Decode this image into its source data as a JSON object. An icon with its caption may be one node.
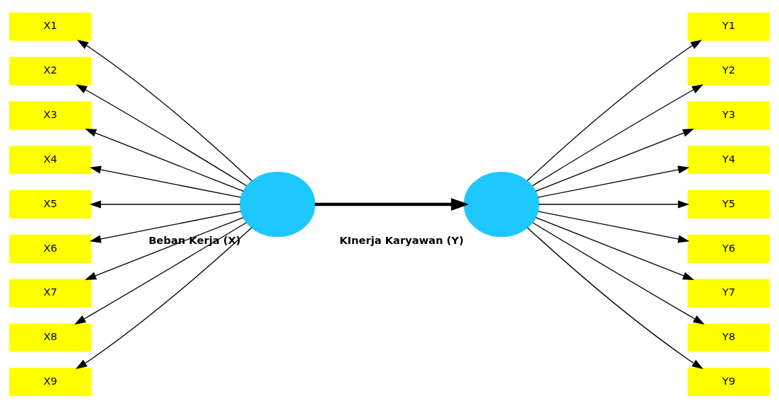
{
  "diagram": {
    "nodes": [
      {
        "text": [],
        "shape": "circle",
        "beside": [
          "Beban Kerja (X)"
        ]
      },
      {
        "text": [
          "X1"
        ]
      },
      {
        "text": [
          "X2"
        ]
      },
      {
        "text": [
          "X3"
        ]
      },
      {
        "text": [
          "X4"
        ]
      },
      {
        "text": [
          "X5"
        ]
      },
      {
        "text": [
          "X6"
        ]
      },
      {
        "text": [
          "X7"
        ]
      },
      {
        "text": [
          "X8"
        ]
      },
      {
        "text": [
          "X9"
        ]
      },
      {
        "text": [],
        "shape": "circle",
        "beside": [
          "KInerja Karyawan (Y)"
        ]
      },
      {
        "text": [
          "Y1"
        ]
      },
      {
        "text": [
          "Y2"
        ]
      },
      {
        "text": [
          "Y3"
        ]
      },
      {
        "text": [
          "Y4"
        ]
      },
      {
        "text": [
          "Y5"
        ]
      },
      {
        "text": [
          "Y6"
        ]
      },
      {
        "text": [
          "Y7"
        ]
      },
      {
        "text": [
          "Y8"
        ]
      },
      {
        "text": [
          "Y9"
        ]
      }
    ],
    "edges": [
      {
        "from": 0,
        "to": 1,
        "arrow": "to"
      },
      {
        "from": 0,
        "to": 2,
        "arrow": "to"
      },
      {
        "from": 0,
        "to": 3,
        "arrow": "to"
      },
      {
        "from": 0,
        "to": 4,
        "arrow": "to"
      },
      {
        "from": 0,
        "to": 5,
        "arrow": "to"
      },
      {
        "from": 0,
        "to": 6,
        "arrow": "to"
      },
      {
        "from": 0,
        "to": 7,
        "arrow": "to"
      },
      {
        "from": 0,
        "to": 8,
        "arrow": "to"
      },
      {
        "from": 0,
        "to": 9,
        "arrow": "to"
      },
      {
        "from": 0,
        "to": 10,
        "arrow": "to",
        "style": "thick"
      },
      {
        "from": 10,
        "to": 11,
        "arrow": "to"
      },
      {
        "from": 10,
        "to": 12,
        "arrow": "to"
      },
      {
        "from": 10,
        "to": 13,
        "arrow": "to"
      },
      {
        "from": 10,
        "to": 14,
        "arrow": "to"
      },
      {
        "from": 10,
        "to": 15,
        "arrow": "to"
      },
      {
        "from": 10,
        "to": 16,
        "arrow": "to"
      },
      {
        "from": 10,
        "to": 17,
        "arrow": "to"
      },
      {
        "from": 10,
        "to": 18,
        "arrow": "to"
      },
      {
        "from": 10,
        "to": 19,
        "arrow": "to"
      }
    ]
  }
}
